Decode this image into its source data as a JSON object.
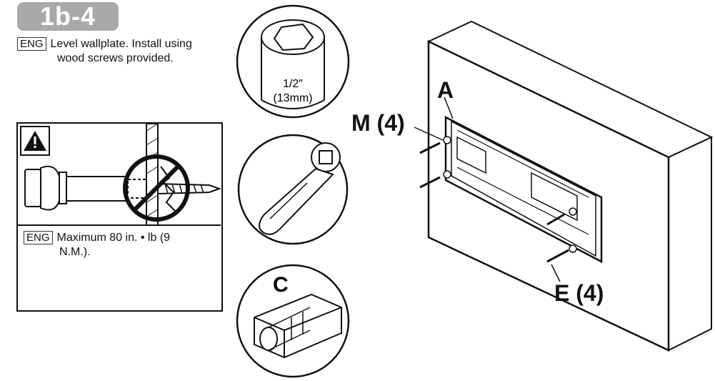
{
  "step": {
    "label": "1b-4"
  },
  "instruction": {
    "lang": "ENG",
    "line1": "Level wallplate. Install using",
    "line2": "wood screws provided."
  },
  "warning": {
    "lang": "ENG",
    "line1": "Maximum 80 in. • lb (9",
    "line2": "N.M.)."
  },
  "tools": {
    "socket_size_1": "1/2\"",
    "socket_size_2": "(13mm)",
    "adapter_label": "C"
  },
  "callouts": {
    "wallplate": "A",
    "anchors": "M (4)",
    "screws": "E (4)"
  },
  "colors": {
    "badge": "#a9a9a9",
    "lines": "#111111"
  }
}
